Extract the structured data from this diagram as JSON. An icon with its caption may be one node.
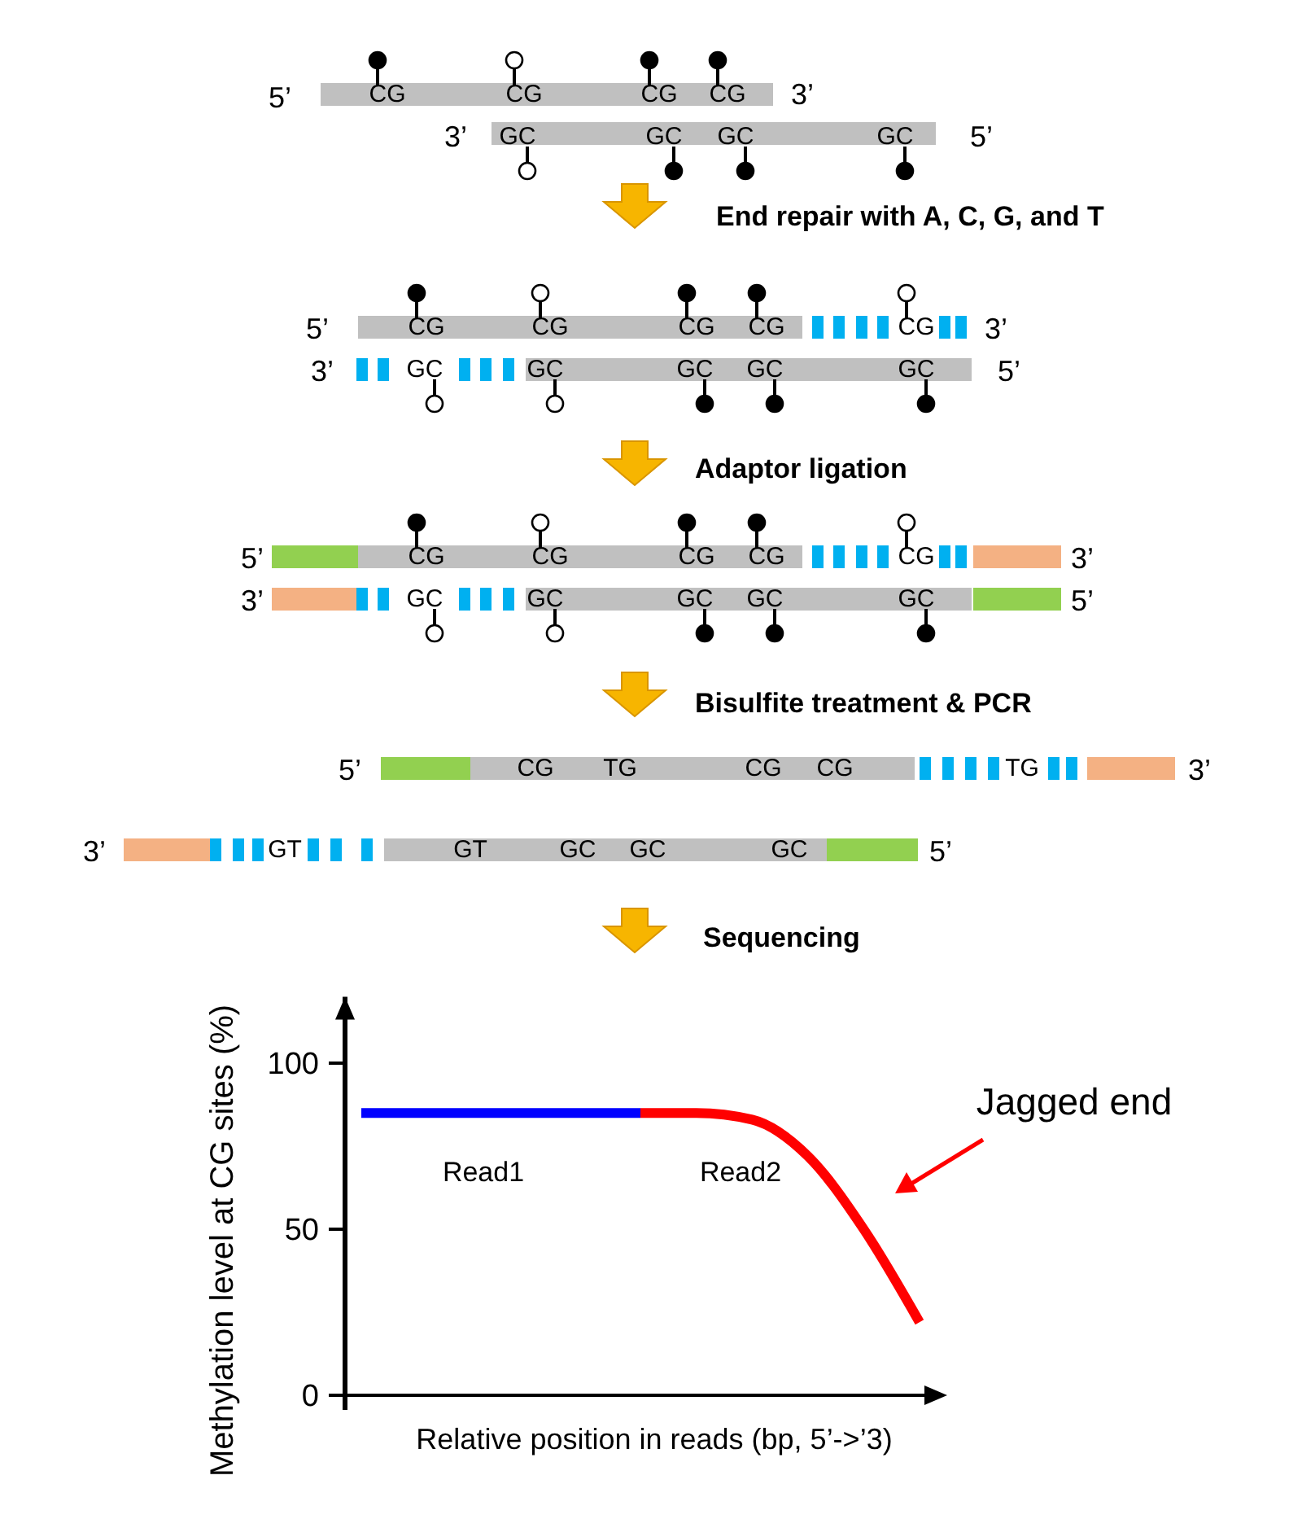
{
  "diagram": {
    "labels": [
      "5’",
      "CG",
      "CG",
      "CG",
      "CG",
      "3’",
      "3’",
      "GC",
      "GC",
      "GC",
      "GC",
      "5’",
      "End repair with A, C, G, and T",
      "5’",
      "CG",
      "CG",
      "CG",
      "CG",
      "CG",
      "3’",
      "3’",
      "GC",
      "GC",
      "GC",
      "GC",
      "GC",
      "5’",
      "Adaptor ligation",
      "5’",
      "CG",
      "CG",
      "CG",
      "CG",
      "CG",
      "3’",
      "3’",
      "GC",
      "GC",
      "GC",
      "GC",
      "GC",
      "5’",
      "Bisulfite treatment & PCR",
      "5’",
      "CG",
      "TG",
      "CG",
      "CG",
      "TG",
      "3’",
      "3’",
      "GT",
      "GT",
      "GC",
      "GC",
      "GC",
      "5’",
      "Sequencing"
    ],
    "chart_data": {
      "type": "line",
      "xlabel": "Relative position in reads (bp, 5’->’3)",
      "ylabel": "Methylation level at CG sites (%)",
      "series": [
        {
          "name": "Read1",
          "color": "#0000ff",
          "values": [
            85,
            85,
            85,
            85,
            85,
            85,
            null,
            null,
            null,
            null,
            null
          ]
        },
        {
          "name": "Read2",
          "color": "#ff0000",
          "values": [
            null,
            null,
            null,
            null,
            null,
            85,
            85,
            83,
            72,
            50,
            22
          ]
        }
      ],
      "yticks": [
        0,
        50,
        100
      ],
      "ylim": [
        0,
        120
      ],
      "annotations": [
        "Jagged end"
      ]
    }
  }
}
